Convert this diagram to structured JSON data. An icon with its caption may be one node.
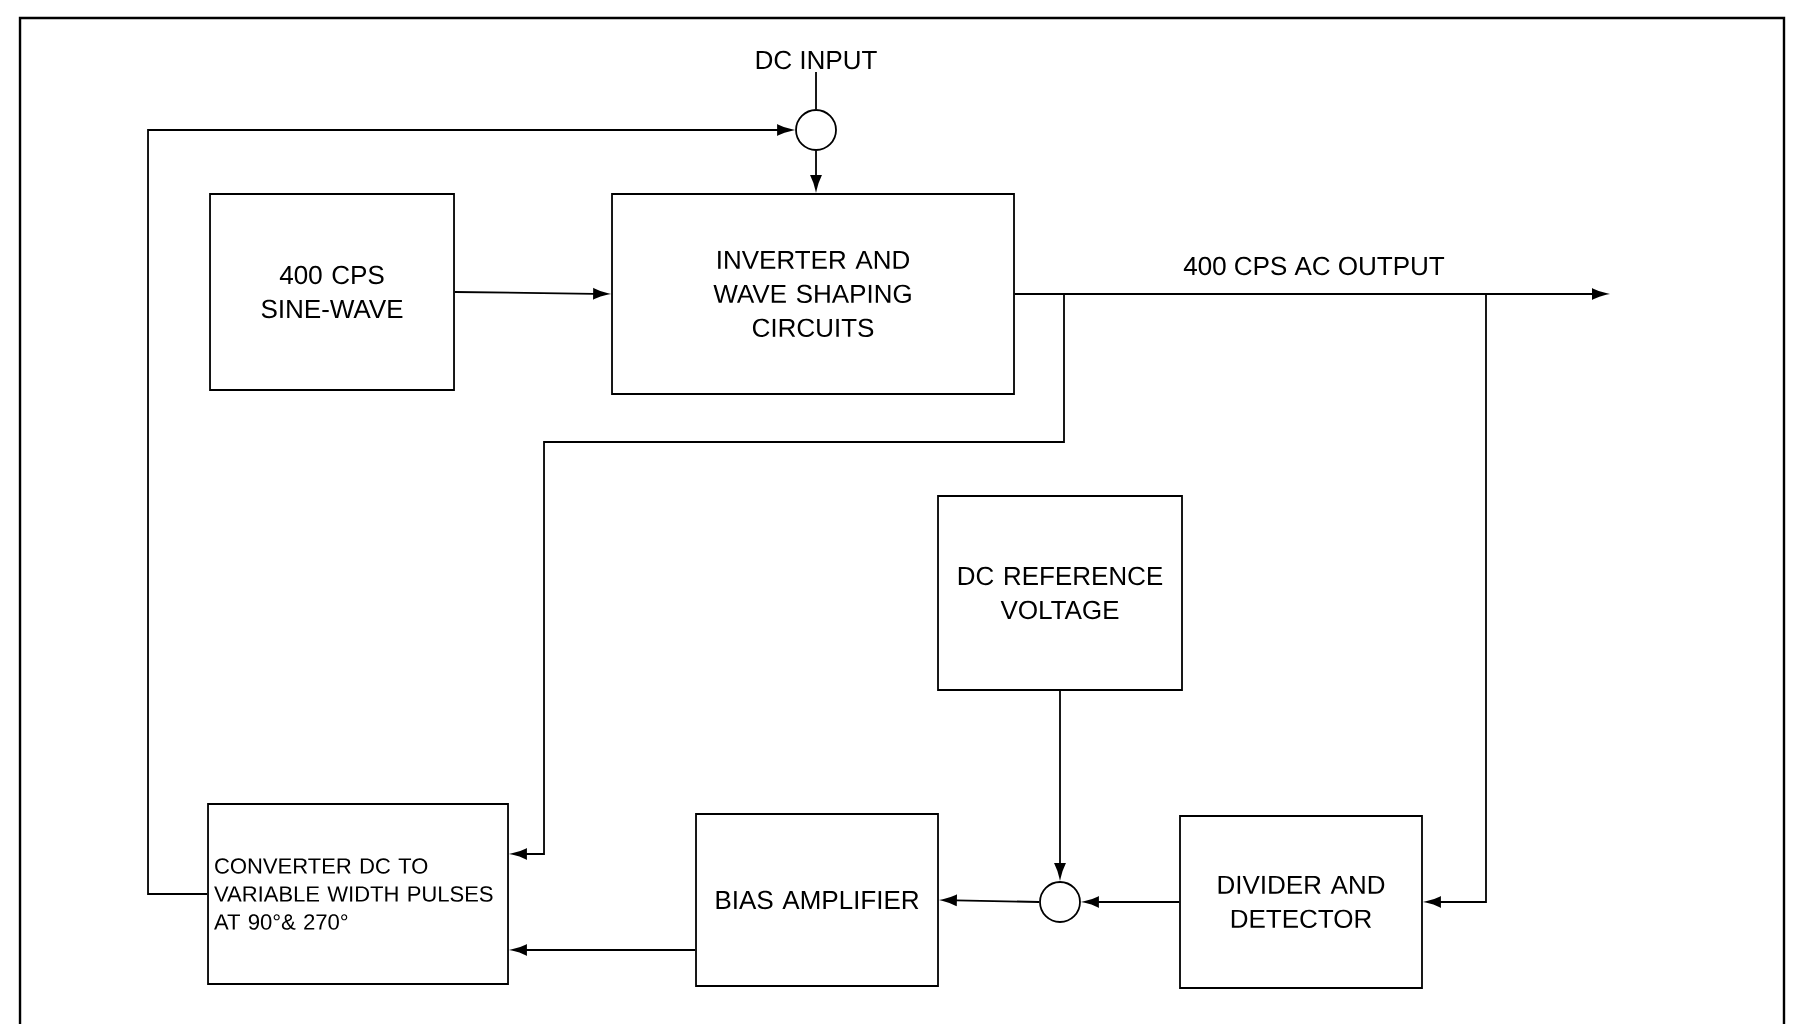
{
  "diagram": {
    "nodes": [
      {
        "text": [
          "DC INPUT"
        ]
      },
      {
        "text": [],
        "shape": "circle"
      },
      {
        "text": [
          "400 CPS SINE-WAVE"
        ]
      },
      {
        "text": [
          "INVERTER AND WAVE SHAPING CIRCUITS"
        ]
      },
      {
        "text": [
          "DC REFERENCE VOLTAGE"
        ]
      },
      {
        "text": [
          "CONVERTER DC TO VARIABLE WIDTH PULSES AT 90°& 270°"
        ]
      },
      {
        "text": [
          "BIAS AMPLIFIER"
        ]
      },
      {
        "text": [],
        "shape": "circle"
      },
      {
        "text": [
          "DIVIDER AND DETECTOR"
        ]
      }
    ],
    "edges": [
      {
        "from": 0,
        "to": 1,
        "arrow": "none"
      },
      {
        "from": 1,
        "to": 3,
        "arrow": "to"
      },
      {
        "from": 2,
        "to": 3,
        "arrow": "to"
      },
      {
        "from": 3,
        "to": null,
        "arrow": "to",
        "label": "400 CPS AC OUTPUT"
      },
      {
        "from": 3,
        "to": 5,
        "arrow": "to"
      },
      {
        "from": 3,
        "to": 8,
        "arrow": "to"
      },
      {
        "from": 5,
        "to": 1,
        "arrow": "to"
      },
      {
        "from": 4,
        "to": 7,
        "arrow": "to"
      },
      {
        "from": 8,
        "to": 7,
        "arrow": "to"
      },
      {
        "from": 7,
        "to": 6,
        "arrow": "to"
      },
      {
        "from": 6,
        "to": 5,
        "arrow": "to"
      }
    ]
  }
}
